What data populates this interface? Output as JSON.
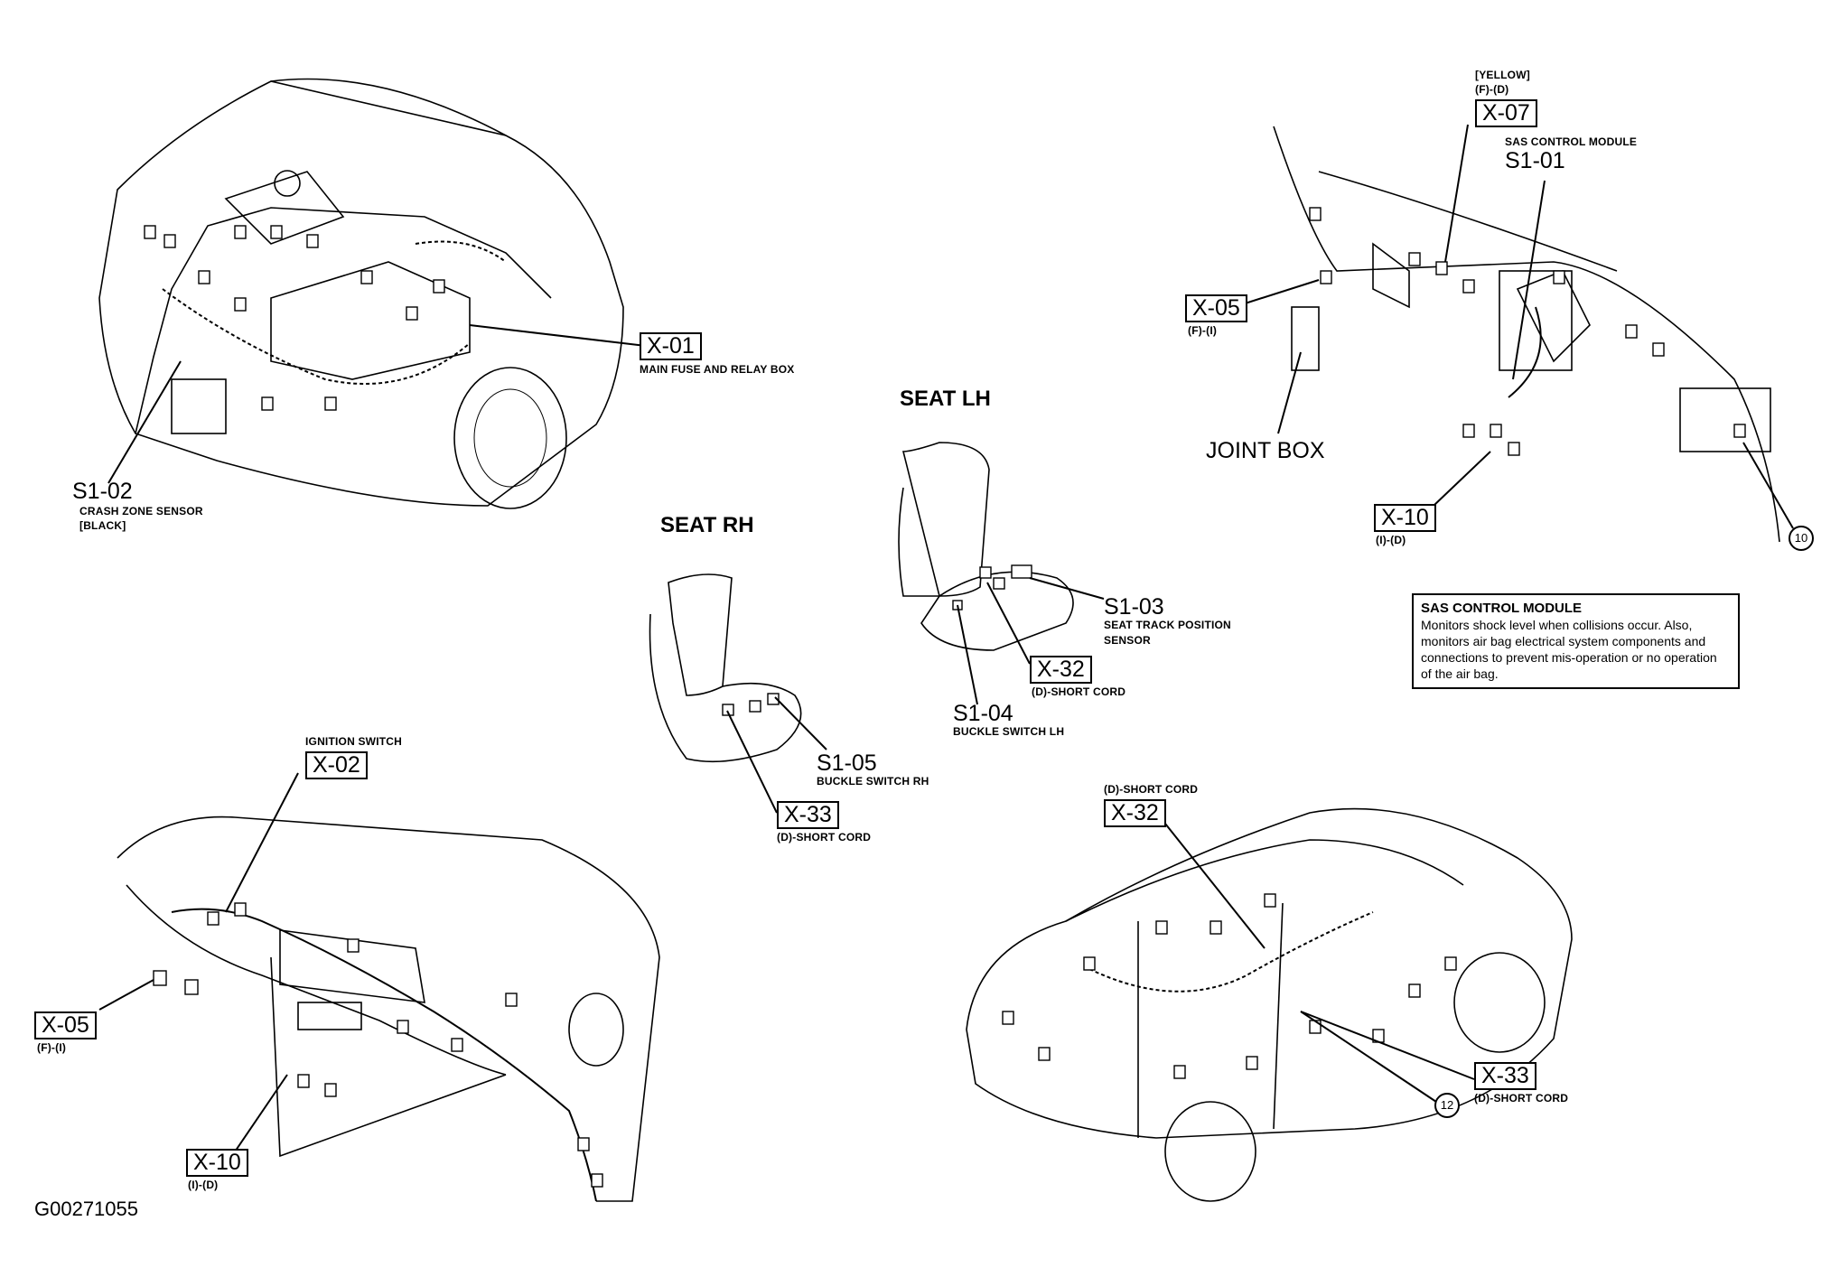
{
  "figure_id": "G00271055",
  "sections": {
    "seat_lh": "SEAT LH",
    "seat_rh": "SEAT RH"
  },
  "callouts": {
    "x01": {
      "code": "X-01",
      "desc": "MAIN FUSE AND RELAY BOX"
    },
    "s102": {
      "code": "S1-02",
      "desc": "CRASH ZONE SENSOR",
      "sub": "[BLACK]"
    },
    "x07": {
      "code": "X-07",
      "pre1": "[YELLOW]",
      "pre2": "(F)-(D)"
    },
    "s101": {
      "code": "S1-01",
      "desc": "SAS CONTROL MODULE"
    },
    "x05_top": {
      "code": "X-05",
      "sub": "(F)-(I)"
    },
    "joint_box": {
      "desc": "JOINT BOX"
    },
    "x10_top": {
      "code": "X-10",
      "sub": "(I)-(D)"
    },
    "ref10": "10",
    "s103": {
      "code": "S1-03",
      "desc1": "SEAT TRACK POSITION",
      "desc2": "SENSOR"
    },
    "x32_seat": {
      "code": "X-32",
      "sub": "(D)-SHORT CORD"
    },
    "s104": {
      "code": "S1-04",
      "desc": "BUCKLE SWITCH LH"
    },
    "s105": {
      "code": "S1-05",
      "desc": "BUCKLE SWITCH RH"
    },
    "x33_seat": {
      "code": "X-33",
      "sub": "(D)-SHORT CORD"
    },
    "x02": {
      "code": "X-02",
      "desc": "IGNITION SWITCH"
    },
    "x05_bottom": {
      "code": "X-05",
      "sub": "(F)-(I)"
    },
    "x10_bottom": {
      "code": "X-10",
      "sub": "(I)-(D)"
    },
    "x32_car": {
      "code": "X-32",
      "pre": "(D)-SHORT CORD"
    },
    "x33_car": {
      "code": "X-33",
      "sub": "(D)-SHORT CORD"
    },
    "ref12": "12"
  },
  "note": {
    "title": "SAS CONTROL MODULE",
    "body": "Monitors shock level when collisions occur. Also, monitors air bag electrical system components and connections to prevent mis-operation or no operation of the air bag."
  }
}
